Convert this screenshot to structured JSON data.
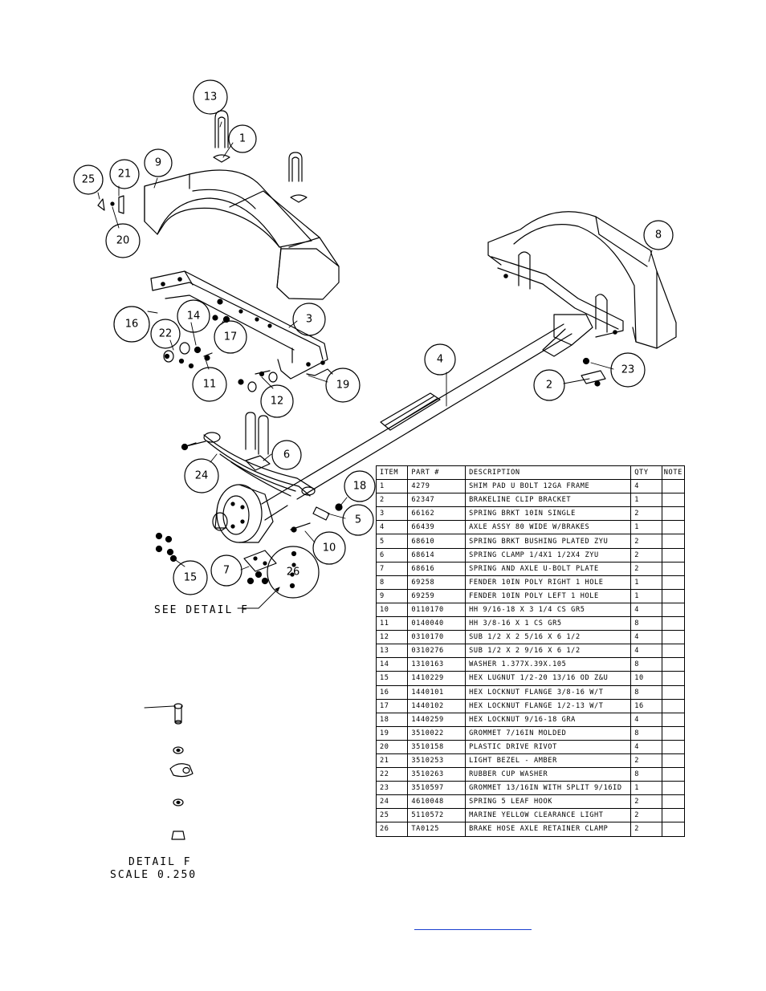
{
  "detail_label": "SEE DETAIL   F",
  "detail_caption": {
    "line1": "DETAIL  F",
    "line2": "SCALE  0.250"
  },
  "balloons": [
    {
      "id": "13"
    },
    {
      "id": "1"
    },
    {
      "id": "9"
    },
    {
      "id": "25"
    },
    {
      "id": "21"
    },
    {
      "id": "20"
    },
    {
      "id": "8"
    },
    {
      "id": "16"
    },
    {
      "id": "14"
    },
    {
      "id": "22"
    },
    {
      "id": "17"
    },
    {
      "id": "3"
    },
    {
      "id": "11"
    },
    {
      "id": "12"
    },
    {
      "id": "19"
    },
    {
      "id": "4"
    },
    {
      "id": "23"
    },
    {
      "id": "2"
    },
    {
      "id": "6"
    },
    {
      "id": "24"
    },
    {
      "id": "18"
    },
    {
      "id": "5"
    },
    {
      "id": "10"
    },
    {
      "id": "15"
    },
    {
      "id": "7"
    },
    {
      "id": "26"
    }
  ],
  "bom": {
    "headers": {
      "item": "ITEM",
      "part": "PART #",
      "desc": "DESCRIPTION",
      "qty": "QTY",
      "note": "NOTE"
    },
    "rows": [
      {
        "item": "1",
        "part": "4279",
        "desc": "SHIM PAD   U BOLT 12GA FRAME",
        "qty": "4"
      },
      {
        "item": "2",
        "part": "62347",
        "desc": "BRAKELINE CLIP BRACKET",
        "qty": "1"
      },
      {
        "item": "3",
        "part": "66162",
        "desc": "SPRING BRKT  10IN SINGLE",
        "qty": "2"
      },
      {
        "item": "4",
        "part": "66439",
        "desc": "AXLE ASSY 80 WIDE W/BRAKES",
        "qty": "1"
      },
      {
        "item": "5",
        "part": "68610",
        "desc": "SPRING BRKT BUSHING PLATED ZYU",
        "qty": "2"
      },
      {
        "item": "6",
        "part": "68614",
        "desc": "SPRING CLAMP   1/4X1 1/2X4  ZYU",
        "qty": "2"
      },
      {
        "item": "7",
        "part": "68616",
        "desc": "SPRING AND AXLE U-BOLT PLATE",
        "qty": "2"
      },
      {
        "item": "8",
        "part": "69258",
        "desc": "FENDER  10IN POLY RIGHT 1 HOLE",
        "qty": "1"
      },
      {
        "item": "9",
        "part": "69259",
        "desc": "FENDER  10IN POLY LEFT 1 HOLE",
        "qty": "1"
      },
      {
        "item": "10",
        "part": "0110170",
        "desc": "HH 9/16-18 X 3 1/4 CS GR5",
        "qty": "4"
      },
      {
        "item": "11",
        "part": "0140040",
        "desc": "HH 3/8-16 X 1 CS GR5",
        "qty": "8"
      },
      {
        "item": "12",
        "part": "0310170",
        "desc": "SUB 1/2 X 2 5/16 X 6 1/2",
        "qty": "4"
      },
      {
        "item": "13",
        "part": "0310276",
        "desc": "SUB 1/2 X 2 9/16 X 6 1/2",
        "qty": "4"
      },
      {
        "item": "14",
        "part": "1310163",
        "desc": "WASHER 1.377X.39X.105",
        "qty": "8"
      },
      {
        "item": "15",
        "part": "1410229",
        "desc": "HEX LUGNUT 1/2-20 13/16 OD Z&U",
        "qty": "10"
      },
      {
        "item": "16",
        "part": "1440101",
        "desc": "HEX LOCKNUT FLANGE 3/8-16 W/T",
        "qty": "8"
      },
      {
        "item": "17",
        "part": "1440102",
        "desc": "HEX LOCKNUT FLANGE 1/2-13 W/T",
        "qty": "16"
      },
      {
        "item": "18",
        "part": "1440259",
        "desc": "HEX LOCKNUT 9/16-18 GRA",
        "qty": "4"
      },
      {
        "item": "19",
        "part": "3510022",
        "desc": "GROMMET  7/16IN MOLDED",
        "qty": "8"
      },
      {
        "item": "20",
        "part": "3510158",
        "desc": "PLASTIC DRIVE RIVOT",
        "qty": "4"
      },
      {
        "item": "21",
        "part": "3510253",
        "desc": "LIGHT BEZEL - AMBER",
        "qty": "2"
      },
      {
        "item": "22",
        "part": "3510263",
        "desc": "RUBBER CUP WASHER",
        "qty": "8"
      },
      {
        "item": "23",
        "part": "3510597",
        "desc": "GROMMET 13/16IN  WITH SPLIT 9/16ID",
        "qty": "1"
      },
      {
        "item": "24",
        "part": "4610048",
        "desc": "SPRING  5 LEAF HOOK",
        "qty": "2"
      },
      {
        "item": "25",
        "part": "5110572",
        "desc": "MARINE YELLOW CLEARANCE LIGHT",
        "qty": "2"
      },
      {
        "item": "26",
        "part": "TA0125",
        "desc": "BRAKE HOSE AXLE RETAINER CLAMP",
        "qty": "2"
      }
    ]
  }
}
